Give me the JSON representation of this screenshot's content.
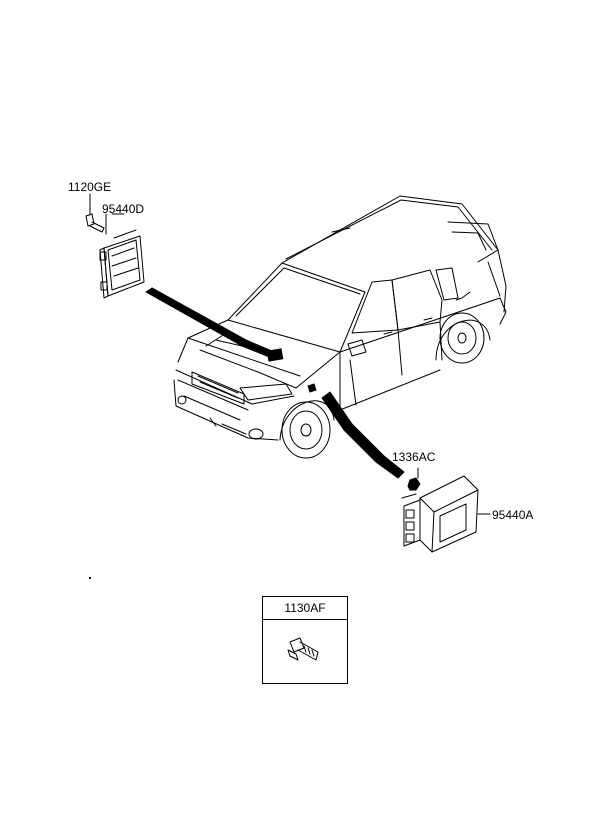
{
  "labels": {
    "bolt_top": "1120GE",
    "module_top": "95440D",
    "nut_right": "1336AC",
    "module_right": "95440A",
    "bolt_box": "1130AF"
  },
  "colors": {
    "line": "#000000",
    "background": "#ffffff"
  },
  "icons": [
    "bolt-icon",
    "nut-icon",
    "control-module-icon",
    "vehicle-illustration"
  ]
}
